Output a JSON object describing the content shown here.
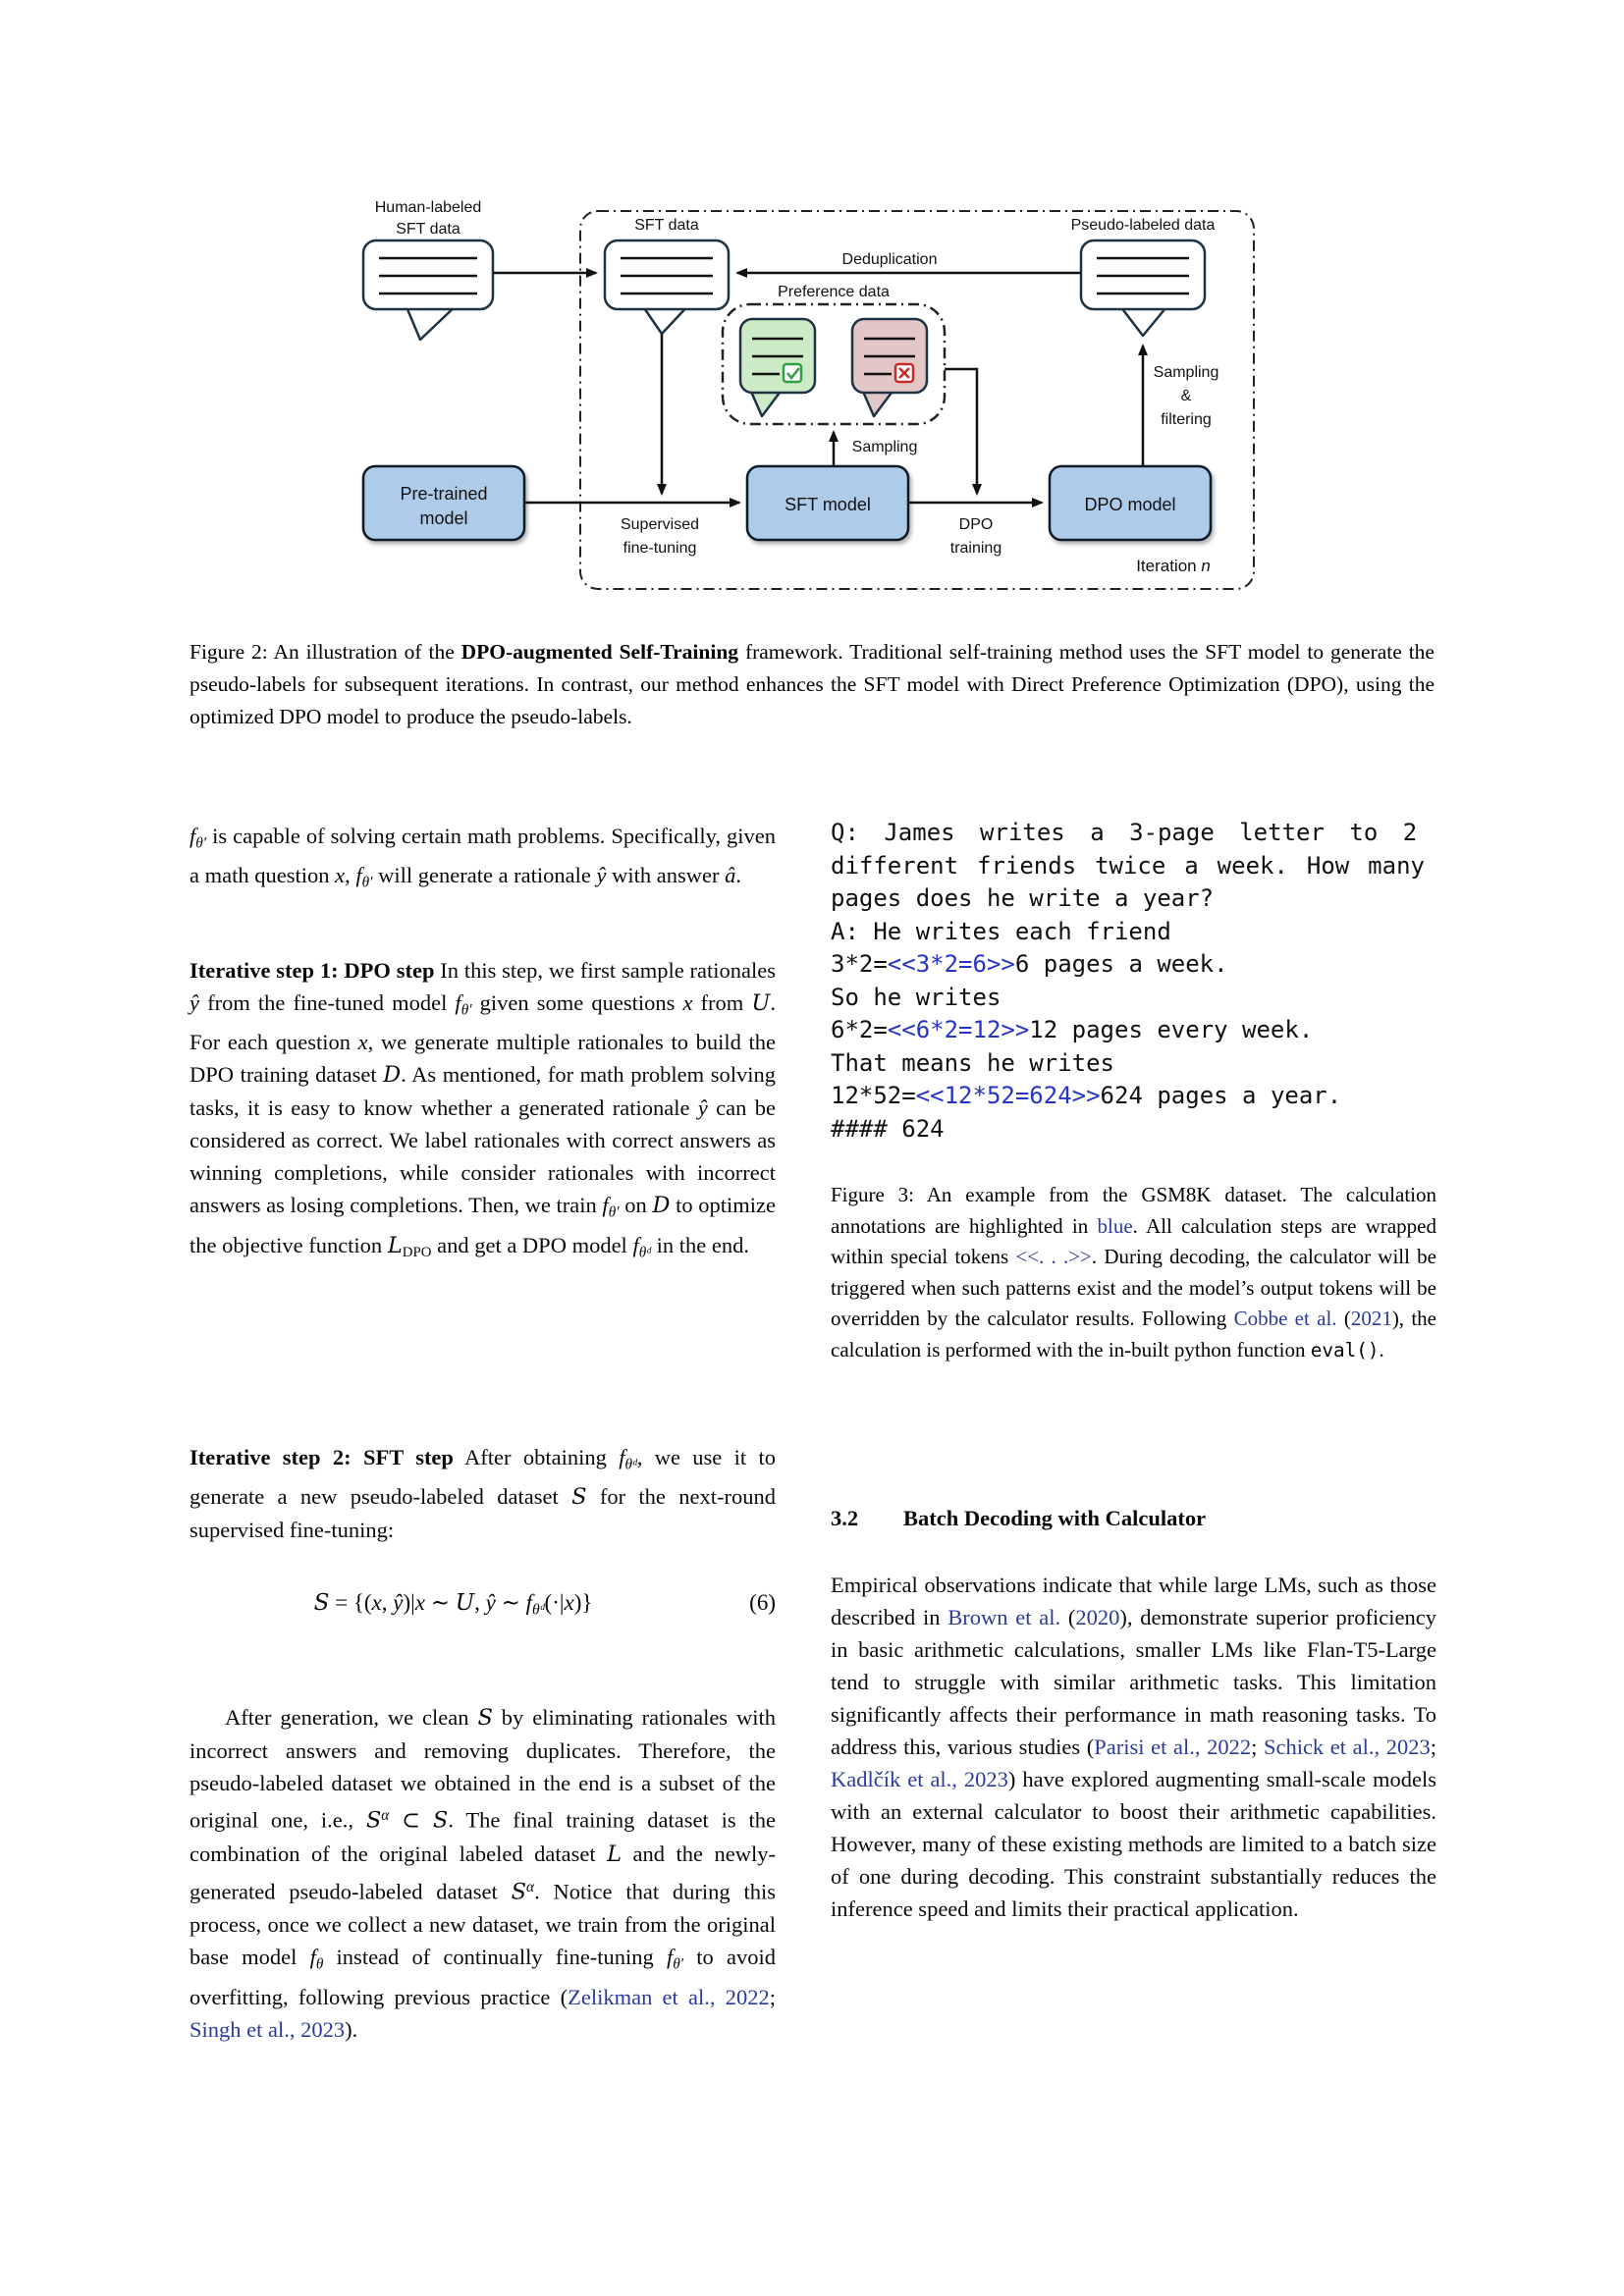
{
  "figure2": {
    "human_label_1": "Human-labeled",
    "human_label_2": "SFT data",
    "sft_data_label": "SFT data",
    "dedup_label": "Deduplication",
    "pseudo_label": "Pseudo-labeled data",
    "preference_label": "Preference data",
    "sampling_low": "Sampling",
    "sampling_r1": "Sampling",
    "sampling_r2": "&",
    "sampling_r3": "filtering",
    "pretrained_1": "Pre-trained",
    "pretrained_2": "model",
    "sft_model": "SFT model",
    "dpo_model": "DPO model",
    "supervised_1": "Supervised",
    "supervised_2": "fine-tuning",
    "dpo_1": "DPO",
    "dpo_2": "training",
    "iteration": "Iteration ",
    "iteration_n": "n",
    "colors": {
      "box_fill": "#aecbea",
      "box_stroke": "#0d1b26",
      "bubble_stroke": "#1d3344",
      "green_fill": "#cdeac6",
      "pink_fill": "#e2c7c7",
      "check": "#2f9e44",
      "cross": "#c92a2a"
    }
  },
  "fig2_caption": [
    {
      "t": "Figure 2:  An illustration of the ",
      "s": ""
    },
    {
      "t": "DPO-augmented Self-Training",
      "s": "b"
    },
    {
      "t": " framework. Traditional self-training method uses the SFT model to generate the pseudo-labels for subsequent iterations. In contrast, our method enhances the SFT model with Direct Preference Optimization (DPO), using the optimized DPO model to produce the pseudo-labels.",
      "s": ""
    }
  ],
  "left": {
    "p1": [
      {
        "t": "f",
        "s": "i"
      },
      {
        "t": "θ′",
        "s": "sub"
      },
      {
        "t": " is capable of solving certain math problems. Specifically, given a math question ",
        "s": ""
      },
      {
        "t": "x",
        "s": "i"
      },
      {
        "t": ", ",
        "s": ""
      },
      {
        "t": "f",
        "s": "i"
      },
      {
        "t": "θ′",
        "s": "sub"
      },
      {
        "t": " will generate a rationale ",
        "s": ""
      },
      {
        "t": "ŷ",
        "s": "i"
      },
      {
        "t": " with answer ",
        "s": ""
      },
      {
        "t": "â",
        "s": "i"
      },
      {
        "t": ".",
        "s": ""
      }
    ],
    "p2": [
      {
        "t": "Iterative step 1: DPO step",
        "s": "b"
      },
      {
        "t": "   In this step, we first sample rationales ",
        "s": ""
      },
      {
        "t": "ŷ",
        "s": "i"
      },
      {
        "t": " from the fine-tuned model ",
        "s": ""
      },
      {
        "t": "f",
        "s": "i"
      },
      {
        "t": "θ′",
        "s": "sub"
      },
      {
        "t": " given some questions ",
        "s": ""
      },
      {
        "t": "x",
        "s": "i"
      },
      {
        "t": " from ",
        "s": ""
      },
      {
        "t": "U",
        "s": "scr"
      },
      {
        "t": ". For each question ",
        "s": ""
      },
      {
        "t": "x",
        "s": "i"
      },
      {
        "t": ", we generate multiple rationales to build the DPO training dataset ",
        "s": ""
      },
      {
        "t": "D",
        "s": "scr"
      },
      {
        "t": ". As mentioned, for math problem solving tasks, it is easy to know whether a generated rationale ",
        "s": ""
      },
      {
        "t": "ŷ",
        "s": "i"
      },
      {
        "t": " can be considered as correct. We label rationales with correct answers as winning completions, while consider rationales with incorrect answers as losing completions. Then, we train ",
        "s": ""
      },
      {
        "t": "f",
        "s": "i"
      },
      {
        "t": "θ′",
        "s": "sub"
      },
      {
        "t": " on ",
        "s": ""
      },
      {
        "t": "D",
        "s": "scr"
      },
      {
        "t": " to optimize the objective function ",
        "s": ""
      },
      {
        "t": "L",
        "s": "scr"
      },
      {
        "t": "DPO",
        "s": "subr"
      },
      {
        "t": " and get a DPO model ",
        "s": ""
      },
      {
        "t": "f",
        "s": "i"
      },
      {
        "t": "θᵈ",
        "s": "sub"
      },
      {
        "t": " in the end.",
        "s": ""
      }
    ],
    "p3": [
      {
        "t": "Iterative step 2: SFT step",
        "s": "b"
      },
      {
        "t": "   After obtaining ",
        "s": ""
      },
      {
        "t": "f",
        "s": "i"
      },
      {
        "t": "θᵈ",
        "s": "sub"
      },
      {
        "t": ", we use it to generate a new pseudo-labeled dataset ",
        "s": ""
      },
      {
        "t": "S",
        "s": "scr"
      },
      {
        "t": " for the next-round supervised fine-tuning:",
        "s": ""
      }
    ],
    "eq": [
      {
        "t": "S",
        "s": "scr"
      },
      {
        "t": " = {(",
        "s": ""
      },
      {
        "t": "x",
        "s": "i"
      },
      {
        "t": ", ",
        "s": ""
      },
      {
        "t": "ŷ",
        "s": "i"
      },
      {
        "t": ")|",
        "s": ""
      },
      {
        "t": "x",
        "s": "i"
      },
      {
        "t": " ∼ ",
        "s": ""
      },
      {
        "t": "U",
        "s": "scr"
      },
      {
        "t": ", ",
        "s": ""
      },
      {
        "t": "ŷ",
        "s": "i"
      },
      {
        "t": " ∼ ",
        "s": ""
      },
      {
        "t": "f",
        "s": "i"
      },
      {
        "t": "θᵈ",
        "s": "sub"
      },
      {
        "t": "(·|",
        "s": ""
      },
      {
        "t": "x",
        "s": "i"
      },
      {
        "t": ")}",
        "s": ""
      }
    ],
    "eq_no": "(6)",
    "p4": [
      {
        "t": "After generation, we clean ",
        "s": ""
      },
      {
        "t": "S",
        "s": "scr"
      },
      {
        "t": " by eliminating rationales with incorrect answers and removing duplicates. Therefore, the pseudo-labeled dataset we obtained in the end is a subset of the original one, i.e., ",
        "s": ""
      },
      {
        "t": "S",
        "s": "scr"
      },
      {
        "t": "α",
        "s": "sup"
      },
      {
        "t": " ⊂ ",
        "s": ""
      },
      {
        "t": "S",
        "s": "scr"
      },
      {
        "t": ". The final training dataset is the combination of the original labeled dataset ",
        "s": ""
      },
      {
        "t": "L",
        "s": "scr"
      },
      {
        "t": " and the newly-generated pseudo-labeled dataset ",
        "s": ""
      },
      {
        "t": "S",
        "s": "scr"
      },
      {
        "t": "α",
        "s": "sup"
      },
      {
        "t": ".  Notice that during this process, once we collect a new dataset, we train from the original base model ",
        "s": ""
      },
      {
        "t": "f",
        "s": "i"
      },
      {
        "t": "θ",
        "s": "sub"
      },
      {
        "t": " instead of continually fine-tuning ",
        "s": ""
      },
      {
        "t": "f",
        "s": "i"
      },
      {
        "t": "θ′",
        "s": "sub"
      },
      {
        "t": " to avoid overfitting, following previous practice (",
        "s": ""
      },
      {
        "t": "Zelikman et al., 2022",
        "s": "link"
      },
      {
        "t": "; ",
        "s": ""
      },
      {
        "t": "Singh et al., 2023",
        "s": "link"
      },
      {
        "t": ").",
        "s": ""
      }
    ]
  },
  "right": {
    "code": [
      {
        "ws": 11,
        "segs": [
          {
            "t": "Q: James writes a 3-page letter to 2",
            "s": ""
          }
        ]
      },
      {
        "ws": 4.5,
        "segs": [
          {
            "t": "different friends twice a week. How many",
            "s": ""
          }
        ]
      },
      {
        "ws": 0,
        "segs": [
          {
            "t": "pages does he write a year?",
            "s": ""
          }
        ]
      },
      {
        "ws": 0,
        "segs": [
          {
            "t": "A: He writes each friend",
            "s": ""
          }
        ]
      },
      {
        "ws": 0,
        "segs": [
          {
            "t": "3*2=",
            "s": ""
          },
          {
            "t": "<<3*2=6>>",
            "s": "clink"
          },
          {
            "t": "6 pages a week.",
            "s": ""
          }
        ]
      },
      {
        "ws": 0,
        "segs": [
          {
            "t": "So he writes",
            "s": ""
          }
        ]
      },
      {
        "ws": 0,
        "segs": [
          {
            "t": "6*2=",
            "s": ""
          },
          {
            "t": "<<6*2=12>>",
            "s": "clink"
          },
          {
            "t": "12 pages every week.",
            "s": ""
          }
        ]
      },
      {
        "ws": 0,
        "segs": [
          {
            "t": "That means he writes",
            "s": ""
          }
        ]
      },
      {
        "ws": 0,
        "segs": [
          {
            "t": "12*52=",
            "s": ""
          },
          {
            "t": "<<12*52=624>>",
            "s": "clink"
          },
          {
            "t": "624 pages a year.",
            "s": ""
          }
        ]
      },
      {
        "ws": 0,
        "segs": [
          {
            "t": "#### 624",
            "s": ""
          }
        ]
      }
    ],
    "fig3_caption": [
      {
        "t": "Figure 3:  An example from the GSM8K dataset. The calculation annotations are highlighted in ",
        "s": ""
      },
      {
        "t": "blue",
        "s": "link"
      },
      {
        "t": ".  All calculation steps are wrapped within special tokens ",
        "s": ""
      },
      {
        "t": "<<. . .>>",
        "s": "link"
      },
      {
        "t": ". During decoding, the calculator will be triggered when such patterns exist and the model’s output tokens will be overridden by the calculator results. Following ",
        "s": ""
      },
      {
        "t": "Cobbe et al.",
        "s": "link"
      },
      {
        "t": " (",
        "s": ""
      },
      {
        "t": "2021",
        "s": "link"
      },
      {
        "t": "), the calculation is performed with the in-built python function ",
        "s": ""
      },
      {
        "t": "eval()",
        "s": "mono"
      },
      {
        "t": ".",
        "s": ""
      }
    ],
    "sec_no": "3.2",
    "sec_title": "Batch Decoding with Calculator",
    "p1": [
      {
        "t": "Empirical observations indicate that while large LMs, such as those described in ",
        "s": ""
      },
      {
        "t": "Brown et al.",
        "s": "link"
      },
      {
        "t": " (",
        "s": ""
      },
      {
        "t": "2020",
        "s": "link"
      },
      {
        "t": "), demonstrate superior proficiency in basic arithmetic calculations, smaller LMs like Flan-T5-Large tend to struggle with similar arithmetic tasks. This limitation significantly affects their performance in math reasoning tasks.  To address this, various studies (",
        "s": ""
      },
      {
        "t": "Parisi et al., 2022",
        "s": "link"
      },
      {
        "t": "; ",
        "s": ""
      },
      {
        "t": "Schick et al., 2023",
        "s": "link"
      },
      {
        "t": "; ",
        "s": ""
      },
      {
        "t": "Kadlčík et al., 2023",
        "s": "link"
      },
      {
        "t": ") have explored augmenting small-scale models with an external calculator to boost their arithmetic capabilities.  However, many of these existing methods are limited to a batch size of one during decoding. This constraint substantially reduces the inference speed and limits their practical application.",
        "s": ""
      }
    ]
  }
}
